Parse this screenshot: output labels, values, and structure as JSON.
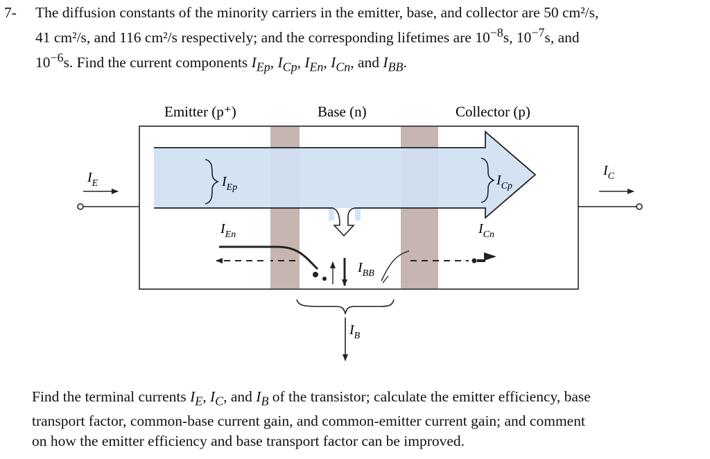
{
  "problem": {
    "number": "7-",
    "line1_a": "The diffusion constants of the minority carriers in the emitter, base, and collector are 50 cm²/s,",
    "line2_a": "41 cm²/s, and 116 cm²/s respectively; and the corresponding lifetimes are 10",
    "exp1": "−8",
    "line2_b": "s, 10",
    "exp2": "−7",
    "line2_c": "s, and",
    "line3_a": "10",
    "exp3": "−6",
    "line3_b": "s. Find the current components ",
    "comp1": "I",
    "comp1_sub": "Ep",
    "comp2": "I",
    "comp2_sub": "Cp",
    "comp3": "I",
    "comp3_sub": "En",
    "comp4": "I",
    "comp4_sub": "Cn",
    "comp5": "I",
    "comp5_sub": "BB",
    "sep_comma": ", ",
    "sep_and": ", and ",
    "end_period": "."
  },
  "diagram": {
    "emitter_label": "Emitter (p⁺)",
    "base_label": "Base (n)",
    "collector_label": "Collector (p)",
    "ie": "I",
    "ie_sub": "E",
    "iep": "I",
    "iep_sub": "Ep",
    "icp": "I",
    "icp_sub": "Cp",
    "ic": "I",
    "ic_sub": "C",
    "ien": "I",
    "ien_sub": "En",
    "icn": "I",
    "icn_sub": "Cn",
    "ibb": "I",
    "ibb_sub": "BB",
    "ib": "I",
    "ib_sub": "B",
    "colors": {
      "flow": "#cfe1f3",
      "region": "#c6b5b1",
      "line": "#222222"
    }
  },
  "followup": {
    "line1_a": "Find the terminal currents ",
    "t1": "I",
    "t1_sub": "E",
    "t2": "I",
    "t2_sub": "C",
    "t3": "I",
    "t3_sub": "B",
    "sep_comma": ", ",
    "sep_and": ", and ",
    "line1_b": " of the transistor; calculate the emitter efficiency, base",
    "line2": "transport factor, common-base current gain, and common-emitter current gain; and comment",
    "line3": "on how the emitter efficiency and base transport factor can be improved."
  }
}
